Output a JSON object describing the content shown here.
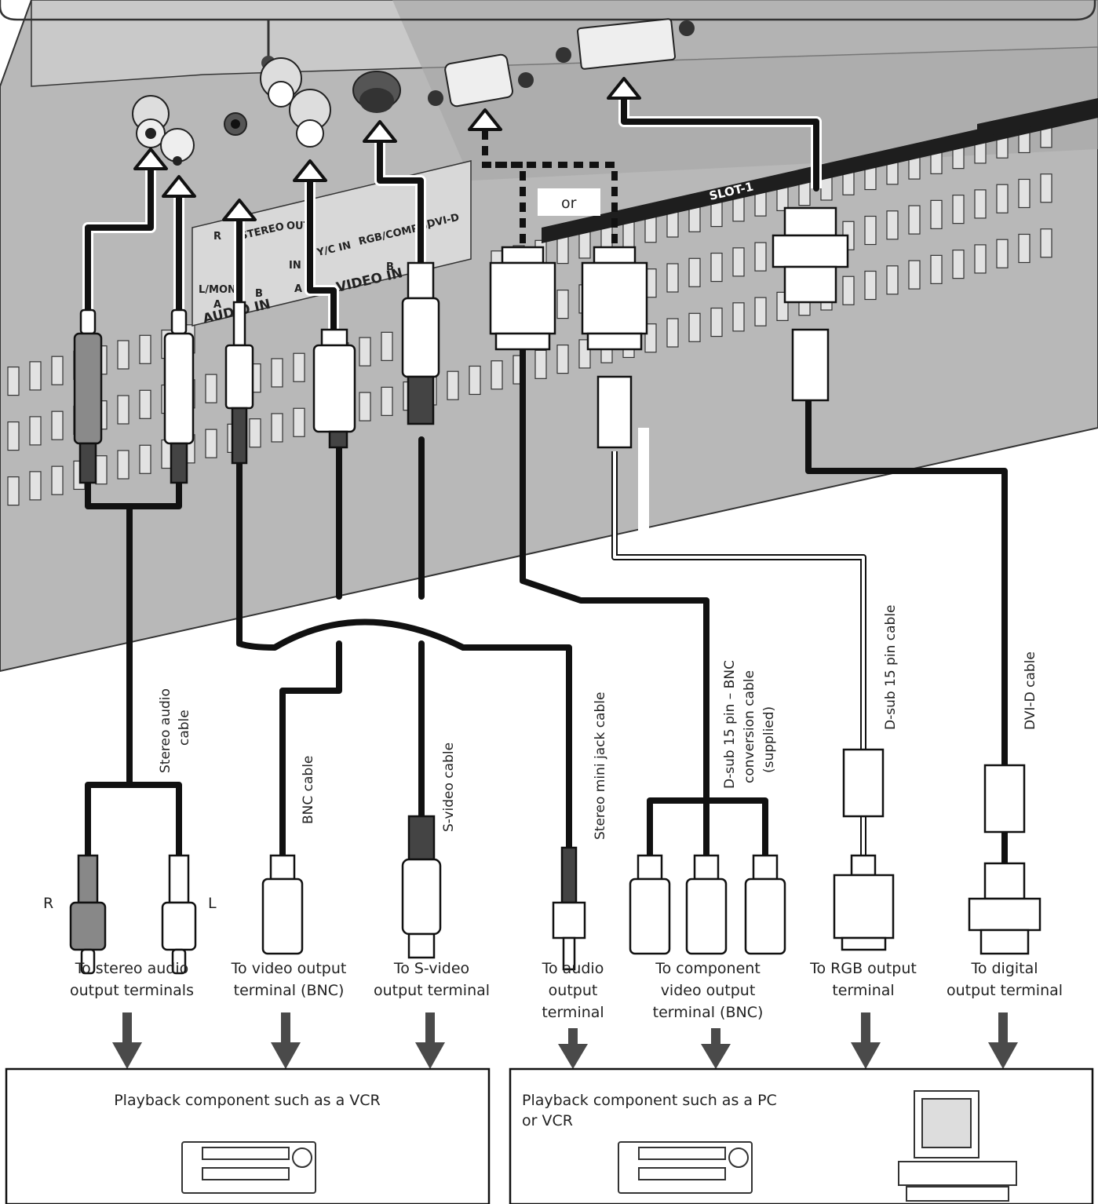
{
  "panel": {
    "slot_label": "SLOT-1",
    "audio_r": "R",
    "audio_stereo": "STEREO",
    "audio_lmono": "L/MONO",
    "audio_a": "A",
    "audio_b": "B",
    "audio_in": "AUDIO IN",
    "video_out": "OUT",
    "video_in_small": "IN",
    "video_yc": "Y/C IN",
    "video_rgb": "RGB/COMPO.",
    "video_dvi": "DVI-D",
    "video_a": "A",
    "video_b": "B",
    "video_in": "VIDEO IN"
  },
  "or_label": "or",
  "cables": [
    {
      "label": "Stereo audio"
    },
    {
      "label": "cable"
    },
    {
      "label": "BNC cable"
    },
    {
      "label": "S-video cable"
    },
    {
      "label": "Stereo mini jack cable"
    },
    {
      "label": "D-sub 15 pin – BNC"
    },
    {
      "label": "conversion cable"
    },
    {
      "label": "(supplied)"
    },
    {
      "label": "D-sub 15 pin cable"
    },
    {
      "label": "DVI-D cable"
    }
  ],
  "channel_labels": {
    "right": "R",
    "left": "L"
  },
  "destinations": [
    {
      "line1": "To stereo audio",
      "line2": "output terminals",
      "line3": ""
    },
    {
      "line1": "To video output",
      "line2": "terminal (BNC)",
      "line3": ""
    },
    {
      "line1": "To S-video",
      "line2": "output terminal",
      "line3": ""
    },
    {
      "line1": "To audio",
      "line2": "output",
      "line3": "terminal"
    },
    {
      "line1": "To component",
      "line2": "video output",
      "line3": "terminal (BNC)"
    },
    {
      "line1": "To RGB output",
      "line2": "terminal",
      "line3": ""
    },
    {
      "line1": "To digital",
      "line2": "output terminal",
      "line3": ""
    }
  ],
  "boxes": [
    {
      "title_line1": "Playback component such as a VCR",
      "title_line2": ""
    },
    {
      "title_line1": "Playback component such as a PC",
      "title_line2": "or VCR"
    }
  ],
  "colors": {
    "panel": "#b8b8b8",
    "panel_dark": "#8e8e8e",
    "cable": "#111111",
    "arrow": "#4a4a4a"
  }
}
